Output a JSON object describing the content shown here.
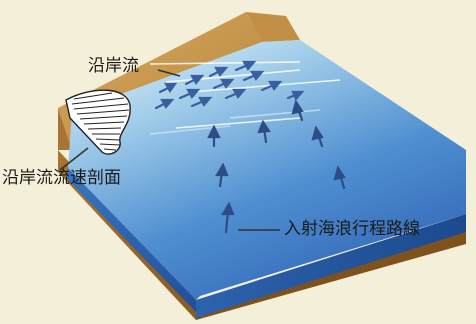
{
  "labels": {
    "longshore_current": "沿岸流",
    "current_speed_profile": "沿岸流流速剖面",
    "incident_wave_path": "入射海浪行程路線"
  },
  "colors": {
    "background": "#f4efd9",
    "sand_top": "#c89a4e",
    "sand_side": "#9c6a2c",
    "water_deep": "#2f68b8",
    "water_shallow": "#bfe2f3",
    "arrow": "#3a5f9e"
  }
}
